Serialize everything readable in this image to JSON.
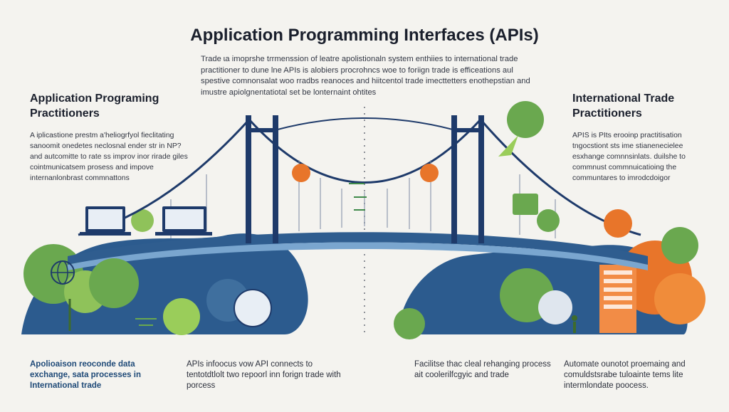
{
  "header": {
    "title": "Application Programming Interfaces (APIs)",
    "intro": "Trade ɩa imoprshe tɾrmenssion of leatre apolistionaln system enthiies to international trade practitioner to dune lne APIs is alobiers procrohncs woe to foriign trade is efficeations aul spestive comnonsalat woo rradbs reanoces and hiitcentol trade imecttetters enothepstian and imustre apiolgnentatiotal set be lonternaint ohtites"
  },
  "left_panel": {
    "heading": "Application Programing Practitioners",
    "text": "A iplicastione prestm a'heliogrfyol fieclitating sanoomit onedetes neclosnal ender str in NP? and autcomitte to rate ss improv inor rirade giles cointmunicatsem prosess and impove internanlonbrast commnattons"
  },
  "right_panel": {
    "heading": "International Trade Practitioners",
    "text": "APIS is PIts erooinp practitisation tngocstiont sts ime stianenecielee esxhange comnnsinlats. duilshe to commnust commnuicatioing the communtares to imrodcdoigor"
  },
  "footer": {
    "col1": "Apolioaison reoconde data exchange, sata processes in International trade",
    "col2": "APIs infoocus vow API connects to tentotdtlolt two repoorl inn forign trade with porcess",
    "col3": "Facilitse thac cleal rehanging process ait coolerilfcgyic and trade",
    "col4": "Automate ounotot proemaing and comuldstsrabe tuloainte tems lite intermlondate poocess."
  },
  "colors": {
    "navy": "#1e3a6a",
    "bridge_blue": "#2f5d8f",
    "green": "#6aa84f",
    "light_green": "#9acd5a",
    "orange": "#e8752a",
    "background": "#f4f3ef"
  }
}
